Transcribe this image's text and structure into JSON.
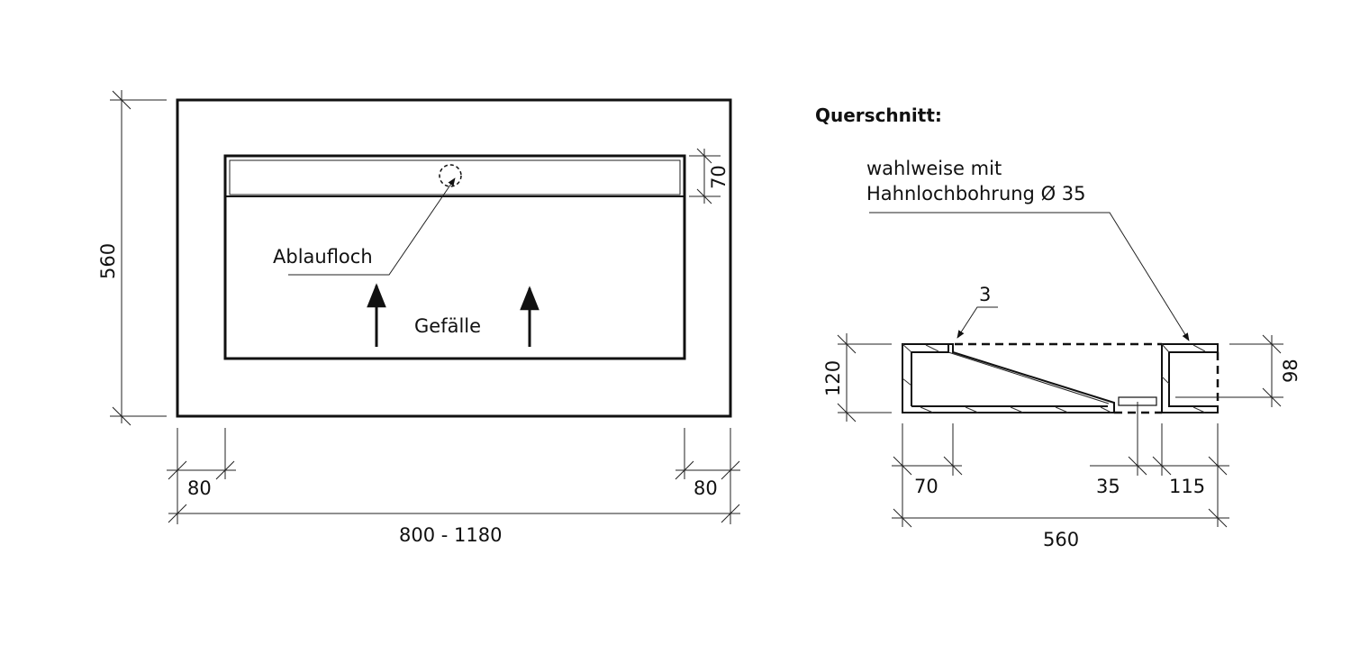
{
  "top_view": {
    "drain_label": "Ablaufloch",
    "slope_label": "Gefälle",
    "dim_depth": "560",
    "dim_drain_width": "70",
    "dim_left_rim": "80",
    "dim_right_rim": "80",
    "dim_total_width": "800 - 1180"
  },
  "section_view": {
    "title": "Querschnitt:",
    "tap_hole_note_line1": "wahlweise mit",
    "tap_hole_note_line2": "Hahnlochbohrung Ø 35",
    "step_label": "3",
    "dim_height": "120",
    "dim_inner_height": "98",
    "dim_left": "70",
    "dim_drain": "35",
    "dim_right": "115",
    "dim_total": "560"
  }
}
